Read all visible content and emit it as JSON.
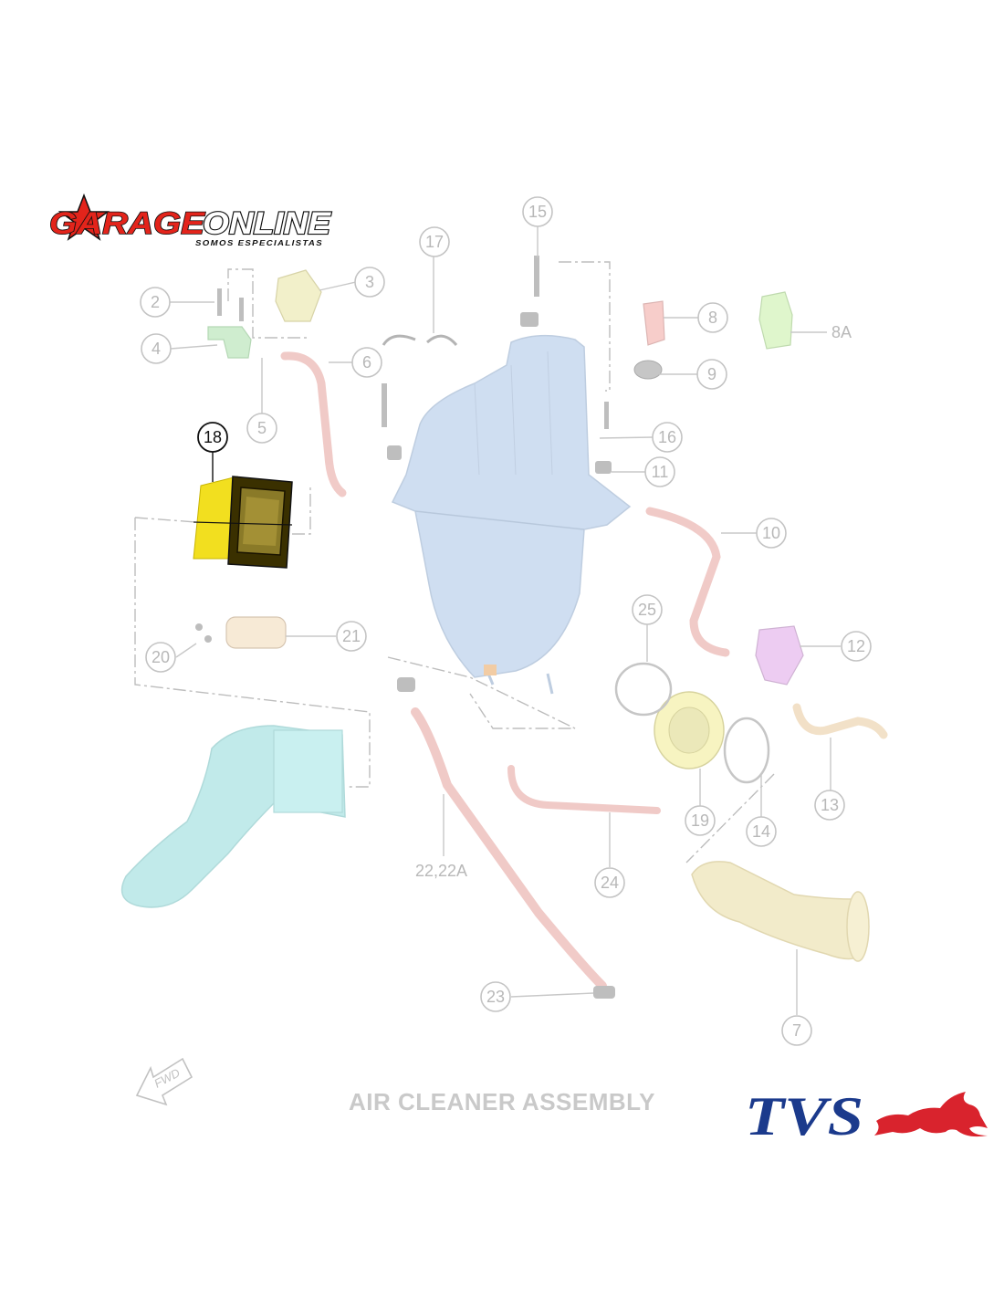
{
  "logos": {
    "garage": {
      "word_garage": "GARAGE",
      "word_online": "ONLINE",
      "tagline": "SOMOS ESPECIALISTAS"
    },
    "tvs": {
      "word": "TVS"
    }
  },
  "diagram": {
    "title": "AIR CLEANER ASSEMBLY",
    "fwd": "FWD",
    "highlighted_part": "18",
    "callouts": [
      "2",
      "3",
      "4",
      "5",
      "6",
      "8",
      "9",
      "10",
      "11",
      "12",
      "13",
      "14",
      "15",
      "16",
      "17",
      "18",
      "19",
      "20",
      "21",
      "23",
      "24",
      "25",
      "7"
    ],
    "plain_labels": {
      "p8a": "8A",
      "p22": "22,22A"
    }
  },
  "colors": {
    "highlight": "#f2df1f",
    "garage_red": "#e3241b",
    "tvs_blue": "#1b3a8c",
    "tvs_red": "#d9232d",
    "faded_line": "#c4c4c4"
  }
}
